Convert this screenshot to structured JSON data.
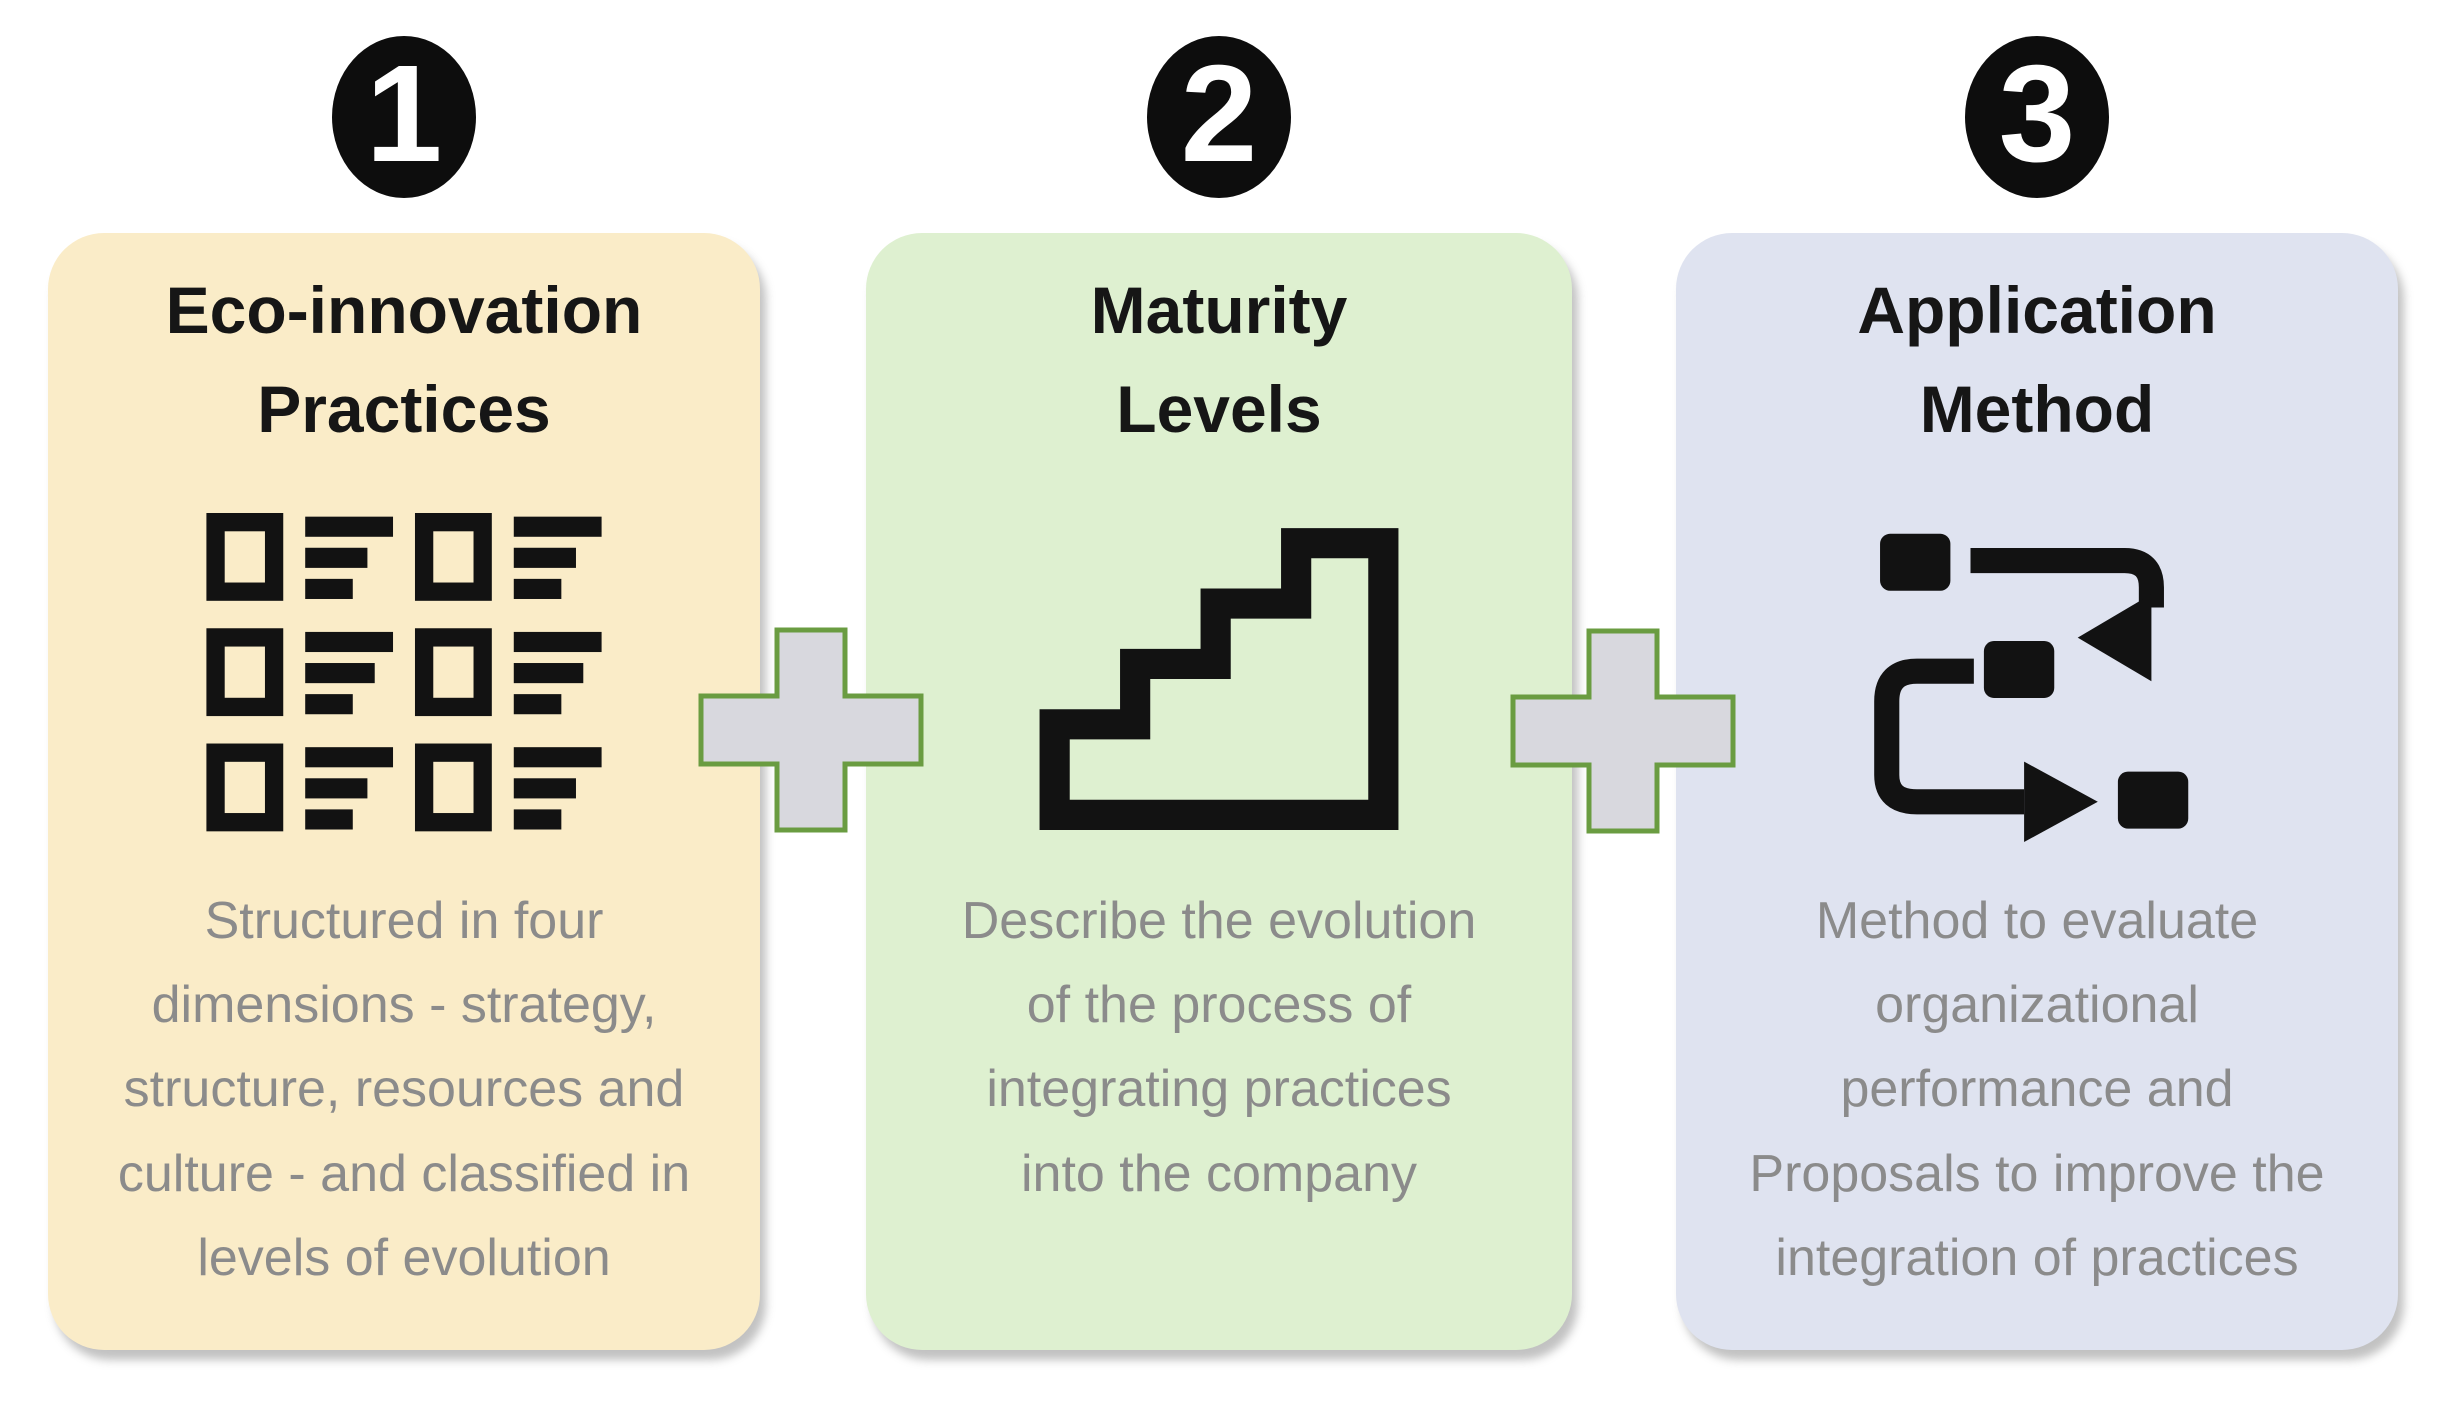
{
  "figure": {
    "background": "#FFFFFF",
    "steps": [
      {
        "number": "1",
        "title_lines": [
          "Eco-innovation",
          "Practices"
        ],
        "icon": "checklist-grid-icon",
        "description_lines": [
          "Structured in four",
          "dimensions - strategy,",
          "structure, resources and",
          "culture - and classified in",
          "levels of evolution"
        ],
        "card_color": "#FAECC8"
      },
      {
        "number": "2",
        "title_lines": [
          "Maturity",
          "Levels"
        ],
        "icon": "stairs-icon",
        "description_lines": [
          "Describe the evolution",
          "of the process of",
          "integrating practices",
          "into the company"
        ],
        "card_color": "#DEF0D0"
      },
      {
        "number": "3",
        "title_lines": [
          "Application",
          "Method"
        ],
        "icon": "flowchart-icon",
        "description_lines": [
          "Method to evaluate",
          "organizational",
          "performance and",
          "Proposals to improve the",
          "integration of practices"
        ],
        "card_color": "#DFE3F0"
      }
    ],
    "connectors": [
      {
        "symbol": "+",
        "between": "step-1-and-step-2"
      },
      {
        "symbol": "+",
        "between": "step-2-and-step-3"
      }
    ],
    "colors": {
      "badge_background": "#0D0D0D",
      "badge_number": "#FFFFFF",
      "title_text": "#161616",
      "body_text": "#8B8B8B",
      "icon_stroke": "#121212",
      "plus_fill": "#D8D8DE",
      "plus_border": "#6A9C41"
    }
  }
}
